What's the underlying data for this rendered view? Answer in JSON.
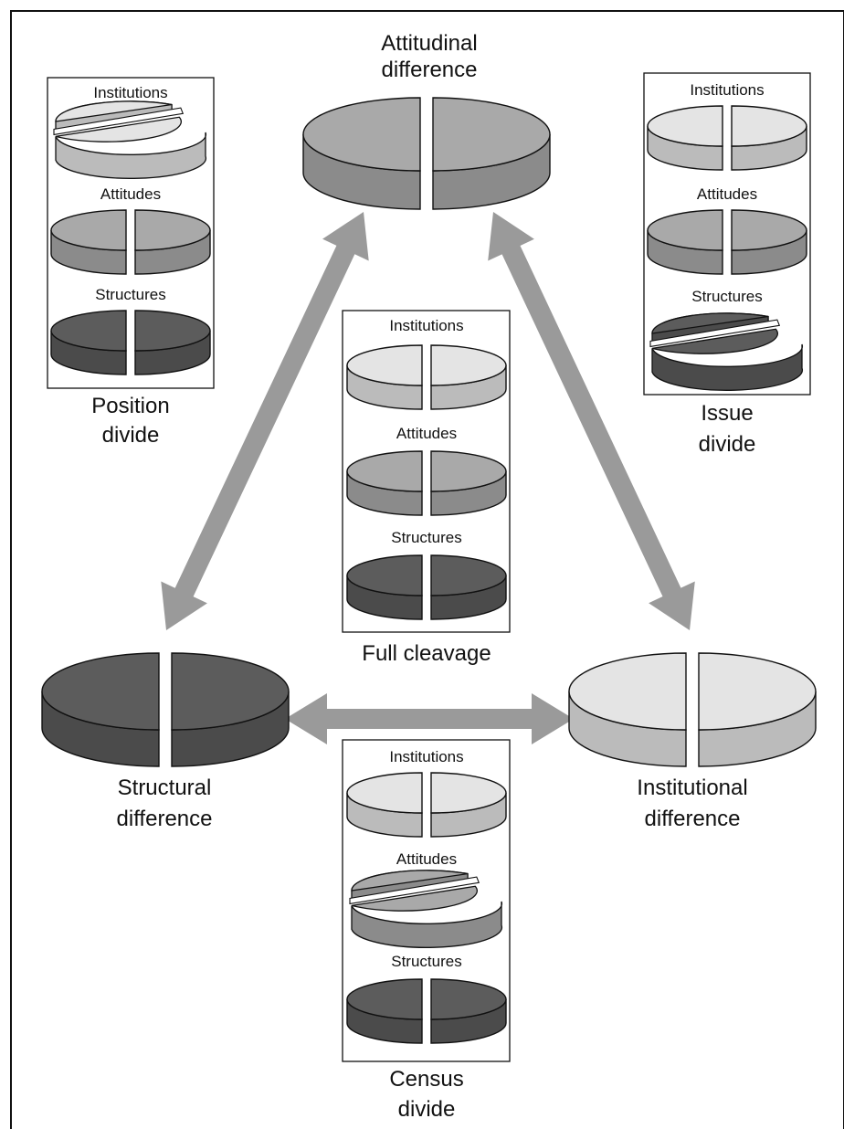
{
  "colors": {
    "institutions": "#e4e4e4",
    "attitudes": "#a9a9a9",
    "structures": "#5c5c5c",
    "arrow": "#9a9a9a",
    "outline": "#111111"
  },
  "nodes": {
    "attitudinal": {
      "line1": "Attitudinal",
      "line2": "difference",
      "shade": "attitudes"
    },
    "structural": {
      "line1": "Structural",
      "line2": "difference",
      "shade": "structures"
    },
    "institutional": {
      "line1": "Institutional",
      "line2": "difference",
      "shade": "institutions"
    }
  },
  "boxes": {
    "position_divide": {
      "line1": "Position",
      "line2": "divide",
      "layers": [
        {
          "label": "Institutions",
          "shade": "institutions",
          "split": "diagonal"
        },
        {
          "label": "Attitudes",
          "shade": "attitudes",
          "split": "vertical"
        },
        {
          "label": "Structures",
          "shade": "structures",
          "split": "vertical"
        }
      ]
    },
    "issue_divide": {
      "line1": "Issue",
      "line2": "divide",
      "layers": [
        {
          "label": "Institutions",
          "shade": "institutions",
          "split": "vertical"
        },
        {
          "label": "Attitudes",
          "shade": "attitudes",
          "split": "vertical"
        },
        {
          "label": "Structures",
          "shade": "structures",
          "split": "diagonal"
        }
      ]
    },
    "full_cleavage": {
      "line1": "Full cleavage",
      "line2": "",
      "layers": [
        {
          "label": "Institutions",
          "shade": "institutions",
          "split": "vertical"
        },
        {
          "label": "Attitudes",
          "shade": "attitudes",
          "split": "vertical"
        },
        {
          "label": "Structures",
          "shade": "structures",
          "split": "vertical"
        }
      ]
    },
    "census_divide": {
      "line1": "Census",
      "line2": "divide",
      "layers": [
        {
          "label": "Institutions",
          "shade": "institutions",
          "split": "vertical"
        },
        {
          "label": "Attitudes",
          "shade": "attitudes",
          "split": "diagonal"
        },
        {
          "label": "Structures",
          "shade": "structures",
          "split": "vertical"
        }
      ]
    }
  }
}
